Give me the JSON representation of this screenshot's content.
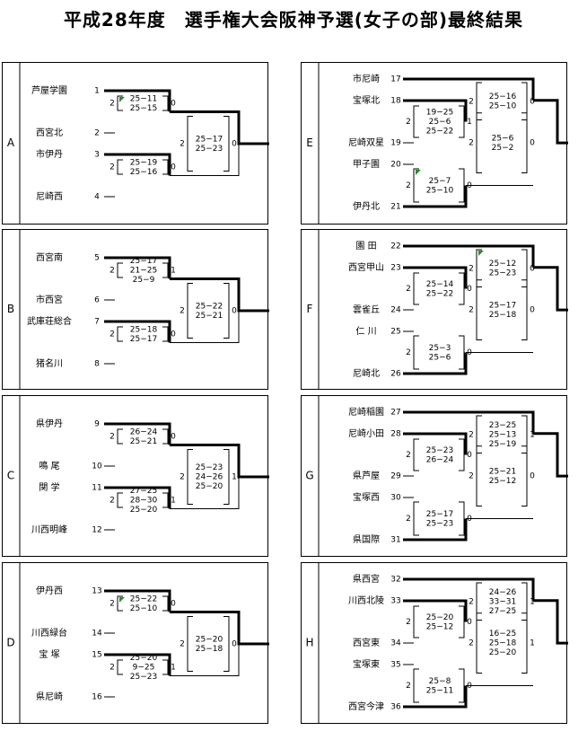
{
  "title": "平成28年度　選手権大会阪神予選(女子の部)最終結果",
  "panels": [
    {
      "group": "A",
      "teams": [
        [
          "芦屋学園",
          "1"
        ],
        [
          "西宮北",
          "2"
        ],
        [
          "市伊丹",
          "3"
        ],
        [
          "尼崎西",
          "4"
        ]
      ],
      "m1": {
        "t": "2",
        "b": "0",
        "s": [
          "25−11",
          "25−15"
        ]
      },
      "m2": {
        "t": "2",
        "b": "0",
        "s": [
          "25−19",
          "25−16"
        ]
      },
      "f": {
        "t": "2",
        "b": "0",
        "s": [
          "25−17",
          "25−23"
        ]
      }
    },
    {
      "group": "B",
      "teams": [
        [
          "西宮南",
          "5"
        ],
        [
          "市西宮",
          "6"
        ],
        [
          "武庫荘総合",
          "7"
        ],
        [
          "猪名川",
          "8"
        ]
      ],
      "m1": {
        "t": "2",
        "b": "1",
        "s": [
          "25−17",
          "21−25",
          "25−9"
        ]
      },
      "m2": {
        "t": "2",
        "b": "0",
        "s": [
          "25−18",
          "25−17"
        ]
      },
      "f": {
        "t": "2",
        "b": "0",
        "s": [
          "25−22",
          "25−21"
        ]
      }
    },
    {
      "group": "C",
      "teams": [
        [
          "県伊丹",
          "9"
        ],
        [
          "鳴 尾",
          "10"
        ],
        [
          "関 学",
          "11"
        ],
        [
          "川西明峰",
          "12"
        ]
      ],
      "m1": {
        "t": "2",
        "b": "0",
        "s": [
          "26−24",
          "25−21"
        ]
      },
      "m2": {
        "t": "2",
        "b": "1",
        "s": [
          "27−25",
          "28−30",
          "25−20"
        ]
      },
      "f": {
        "t": "2",
        "b": "1",
        "s": [
          "25−23",
          "24−26",
          "25−20"
        ]
      }
    },
    {
      "group": "D",
      "teams": [
        [
          "伊丹西",
          "13"
        ],
        [
          "川西緑台",
          "14"
        ],
        [
          "宝 塚",
          "15"
        ],
        [
          "県尼崎",
          "16"
        ]
      ],
      "m1": {
        "t": "2",
        "b": "0",
        "s": [
          "25−22",
          "25−10"
        ]
      },
      "m2": {
        "t": "2",
        "b": "1",
        "s": [
          "25−20",
          "9−25",
          "25−23"
        ]
      },
      "f": {
        "t": "2",
        "b": "0",
        "s": [
          "25−20",
          "25−18"
        ]
      }
    },
    {
      "group": "E",
      "teams": [
        [
          "市尼崎",
          "17"
        ],
        [
          "宝塚北",
          "18"
        ],
        [
          "尼崎双星",
          "19"
        ],
        [
          "甲子園",
          "20"
        ],
        [
          "伊丹北",
          "21"
        ]
      ],
      "q": {
        "t": "2",
        "b": "1",
        "s": [
          "19−25",
          "25−6",
          "25−22"
        ]
      },
      "m1": {
        "t": "2",
        "b": "0",
        "s": [
          "25−16",
          "25−10"
        ]
      },
      "m2": {
        "t": "2",
        "b": "0",
        "s": [
          "25−7",
          "25−10"
        ]
      },
      "f": {
        "t": "2",
        "b": "0",
        "s": [
          "25−6",
          "25−2"
        ]
      }
    },
    {
      "group": "F",
      "teams": [
        [
          "園 田",
          "22"
        ],
        [
          "西宮甲山",
          "23"
        ],
        [
          "雲雀丘",
          "24"
        ],
        [
          "仁 川",
          "25"
        ],
        [
          "尼崎北",
          "26"
        ]
      ],
      "q": {
        "t": "2",
        "b": "0",
        "s": [
          "25−14",
          "25−22"
        ]
      },
      "m1": {
        "t": "2",
        "b": "0",
        "s": [
          "25−12",
          "25−23"
        ]
      },
      "m2": {
        "t": "2",
        "b": "0",
        "s": [
          "25−3",
          "25−6"
        ]
      },
      "f": {
        "t": "2",
        "b": "0",
        "s": [
          "25−17",
          "25−18"
        ]
      }
    },
    {
      "group": "G",
      "teams": [
        [
          "尼崎稲園",
          "27"
        ],
        [
          "尼崎小田",
          "28"
        ],
        [
          "県芦屋",
          "29"
        ],
        [
          "宝塚西",
          "30"
        ],
        [
          "県国際",
          "31"
        ]
      ],
      "q": {
        "t": "2",
        "b": "0",
        "s": [
          "25−23",
          "26−24"
        ]
      },
      "m1": {
        "t": "2",
        "b": "1",
        "s": [
          "23−25",
          "25−13",
          "25−19"
        ]
      },
      "m2": {
        "t": "2",
        "b": "0",
        "s": [
          "25−17",
          "25−23"
        ]
      },
      "f": {
        "t": "2",
        "b": "0",
        "s": [
          "25−21",
          "25−12"
        ]
      }
    },
    {
      "group": "H",
      "teams": [
        [
          "県西宮",
          "32"
        ],
        [
          "川西北陵",
          "33"
        ],
        [
          "西宮東",
          "34"
        ],
        [
          "宝塚東",
          "35"
        ],
        [
          "西宮今津",
          "36"
        ]
      ],
      "q": {
        "t": "2",
        "b": "0",
        "s": [
          "25−20",
          "25−12"
        ]
      },
      "m1": {
        "t": "2",
        "b": "1",
        "s": [
          "24−26",
          "33−31",
          "27−25"
        ]
      },
      "m2": {
        "t": "2",
        "b": "0",
        "s": [
          "25−8",
          "25−11"
        ]
      },
      "f": {
        "t": "2",
        "b": "1",
        "s": [
          "16−25",
          "25−18",
          "25−20"
        ]
      }
    }
  ]
}
